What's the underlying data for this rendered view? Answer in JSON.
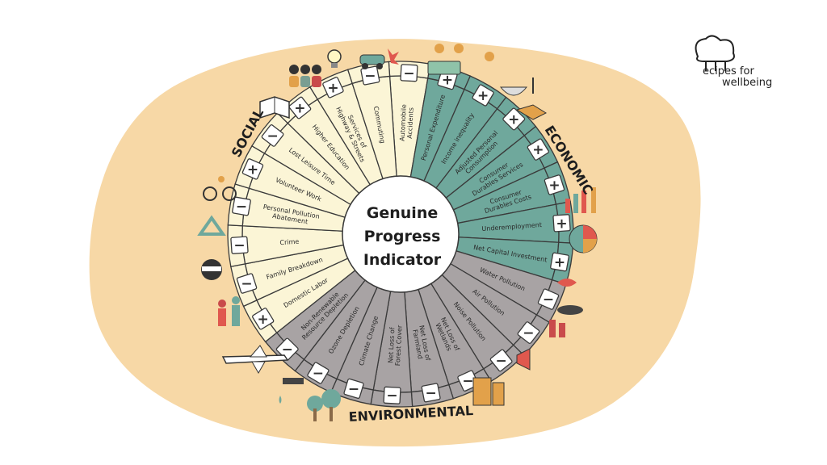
{
  "title_lines": [
    "Genuine",
    "Progress",
    "Indicator"
  ],
  "categories": {
    "social": "SOCIAL",
    "economic": "ECONOMIC",
    "environmental": "ENVIRONMENTAL"
  },
  "logo": {
    "line1": "ecipes for",
    "line2": "wellbeing"
  },
  "colors": {
    "social": "#fbf5d6",
    "economic": "#6fa89c",
    "environmental": "#a8a3a4",
    "blob": "#f7d8a6",
    "outline": "#3a3a3a"
  },
  "segments": [
    {
      "label": [
        "Automobile",
        "Accidents"
      ],
      "sign": "−",
      "group": "social"
    },
    {
      "label": [
        "Personal Expenditure"
      ],
      "sign": "+",
      "group": "economic"
    },
    {
      "label": [
        "Income inequality"
      ],
      "sign": "+",
      "group": "economic"
    },
    {
      "label": [
        "Adjusted Personal",
        "Consumption"
      ],
      "sign": "+",
      "group": "economic"
    },
    {
      "label": [
        "Consumer",
        "Durables Services"
      ],
      "sign": "+",
      "group": "economic"
    },
    {
      "label": [
        "Consumer",
        "Durables Costs"
      ],
      "sign": "+",
      "group": "economic"
    },
    {
      "label": [
        "Underemployment"
      ],
      "sign": "+",
      "group": "economic"
    },
    {
      "label": [
        "Net Capital Investment"
      ],
      "sign": "+",
      "group": "economic"
    },
    {
      "label": [
        "Water Pollution"
      ],
      "sign": "−",
      "group": "environmental"
    },
    {
      "label": [
        "Air Pollution"
      ],
      "sign": "−",
      "group": "environmental"
    },
    {
      "label": [
        "Noise Pollution"
      ],
      "sign": "−",
      "group": "environmental"
    },
    {
      "label": [
        "Net Loss of",
        "Wetlands"
      ],
      "sign": "−",
      "group": "environmental"
    },
    {
      "label": [
        "Net Loss of",
        "Farmland"
      ],
      "sign": "−",
      "group": "environmental"
    },
    {
      "label": [
        "Net Loss of",
        "Forest Cover"
      ],
      "sign": "−",
      "group": "environmental"
    },
    {
      "label": [
        "Climate Change"
      ],
      "sign": "−",
      "group": "environmental"
    },
    {
      "label": [
        "Ozone Depletion"
      ],
      "sign": "−",
      "group": "environmental"
    },
    {
      "label": [
        "Non-Renewable",
        "Resource Depletion"
      ],
      "sign": "−",
      "group": "environmental"
    },
    {
      "label": [
        "Domestic Labor"
      ],
      "sign": "+",
      "group": "social"
    },
    {
      "label": [
        "Family Breakdown"
      ],
      "sign": "−",
      "group": "social"
    },
    {
      "label": [
        "Crime"
      ],
      "sign": "−",
      "group": "social"
    },
    {
      "label": [
        "Personal Pollution",
        "Abatement"
      ],
      "sign": "−",
      "group": "social"
    },
    {
      "label": [
        "Volunteer Work"
      ],
      "sign": "+",
      "group": "social"
    },
    {
      "label": [
        "Lost Leisure Time"
      ],
      "sign": "−",
      "group": "social"
    },
    {
      "label": [
        "Higher Education"
      ],
      "sign": "+",
      "group": "social"
    },
    {
      "label": [
        "Services of",
        "Highway & Streets"
      ],
      "sign": "+",
      "group": "social"
    },
    {
      "label": [
        "Commuting"
      ],
      "sign": "−",
      "group": "social"
    }
  ]
}
